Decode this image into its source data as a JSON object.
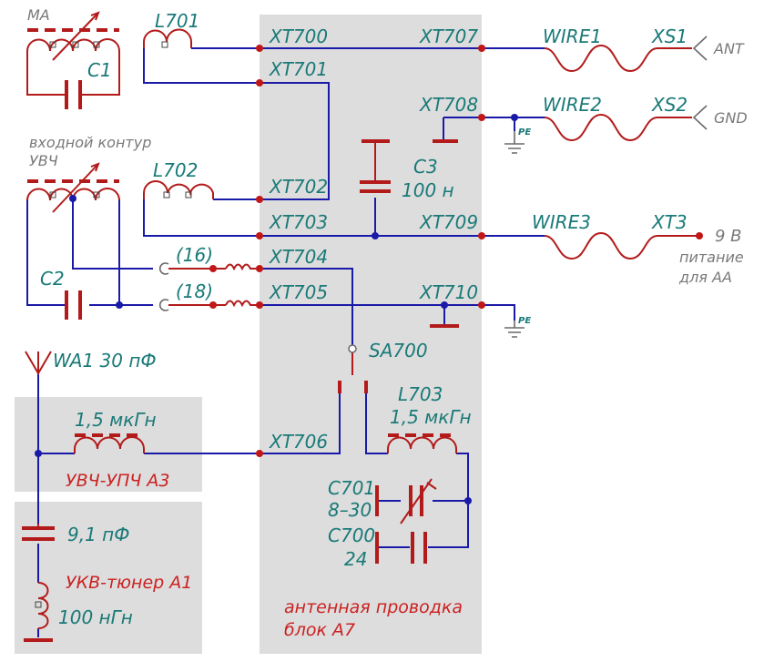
{
  "blocks": {
    "antenna_wiring": {
      "line1": "антенная проводка",
      "line2": "блок А7"
    },
    "rf_amp": "УВЧ-УПЧ А3",
    "vhf_tuner": "УКВ-тюнер А1"
  },
  "connectors": {
    "xt700": "XT700",
    "xt701": "XT701",
    "xt702": "XT702",
    "xt703": "XT703",
    "xt704": "XT704",
    "xt705": "XT705",
    "xt706": "XT706",
    "xt707": "XT707",
    "xt708": "XT708",
    "xt709": "XT709",
    "xt710": "XT710",
    "xs1": "XS1",
    "xs2": "XS2",
    "xt3": "XT3"
  },
  "wires": {
    "wire1": "WIRE1",
    "wire2": "WIRE2",
    "wire3": "WIRE3"
  },
  "components": {
    "ma": "MA",
    "c1": "C1",
    "l701": "L701",
    "input_circuit": {
      "line1": "входной контур",
      "line2": "УВЧ"
    },
    "l702": "L702",
    "c2": "C2",
    "pin16": "(16)",
    "pin18": "(18)",
    "c3": {
      "name": "C3",
      "value": "100 н"
    },
    "sa700": "SA700",
    "wa1": "WA1 30 пФ",
    "l703": {
      "name": "L703",
      "value": "1,5 мкГн"
    },
    "l_a3": "1,5 мкГн",
    "c701": {
      "name": "C701",
      "value": "8–30"
    },
    "c700": {
      "name": "C700",
      "value": "24"
    },
    "c_tuner": "9,1 пФ",
    "l_tuner": "100 нГн"
  },
  "terminals": {
    "ant": "ANT",
    "gnd": "GND",
    "pe1": "PE",
    "pe2": "PE",
    "power_value": "9 В",
    "power_line1": "питание",
    "power_line2": "для АА"
  },
  "colors": {
    "connector_text": "#1a7a78",
    "block_text": "#cc2222",
    "wire_blue": "#1a1aa8",
    "component_red": "#b31b1b",
    "block_background": "#dddddd"
  }
}
